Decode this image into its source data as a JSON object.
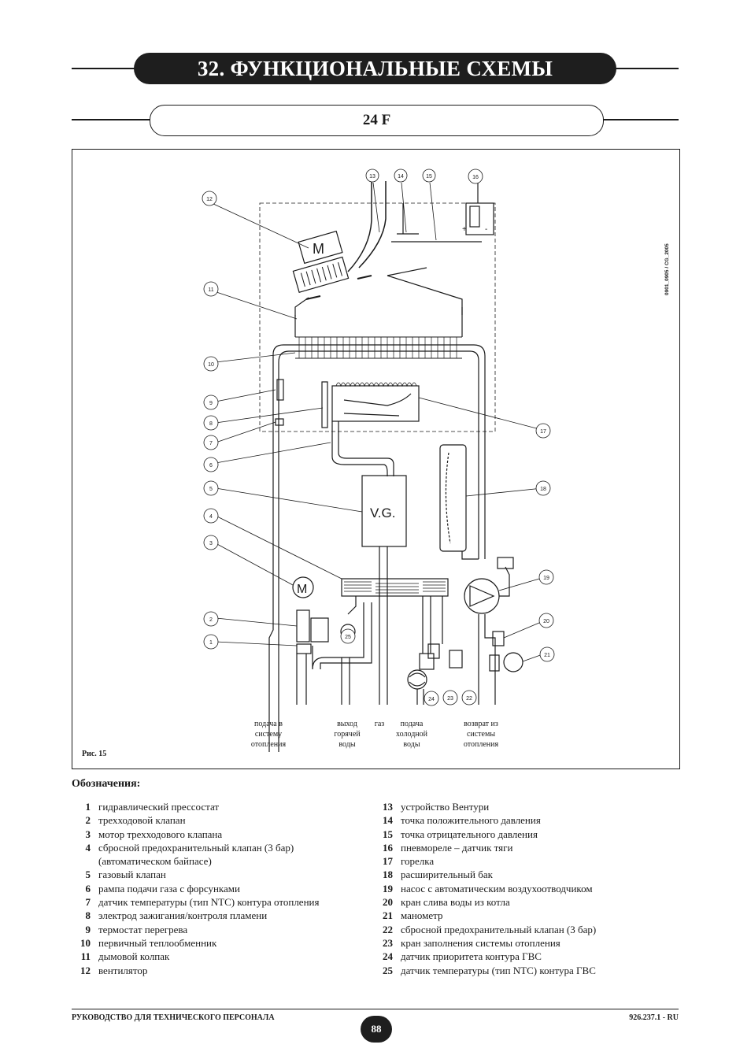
{
  "header": {
    "title": "32. ФУНКЦИОНАЛЬНЫЕ СХЕМЫ",
    "subtitle": "24 F"
  },
  "figure": {
    "caption": "Рис. 15",
    "code": "0901_0905 / CG_2005",
    "component_labels": {
      "motor": "M",
      "gas_valve": "V.G.",
      "valve_motor": "M"
    },
    "flow_labels": [
      "подача в\nсистему\nотопления",
      "выход\nгорячей\nводы",
      "газ",
      "подача\nхолодной\nводы",
      "возврат из\nсистемы\nотопления"
    ],
    "callouts": [
      "1",
      "2",
      "3",
      "4",
      "5",
      "6",
      "7",
      "8",
      "9",
      "10",
      "11",
      "12",
      "13",
      "14",
      "15",
      "16",
      "17",
      "18",
      "19",
      "20",
      "21",
      "22",
      "23",
      "24",
      "25"
    ]
  },
  "legend": {
    "title": "Обозначения:",
    "items": [
      {
        "num": "1",
        "text": "гидравлический прессостат"
      },
      {
        "num": "2",
        "text": "трехходовой клапан"
      },
      {
        "num": "3",
        "text": "мотор трехходового клапана"
      },
      {
        "num": "4",
        "text": "сбросной предохранительный клапан (3 бар) (автоматическом байпасе)"
      },
      {
        "num": "5",
        "text": "газовый клапан"
      },
      {
        "num": "6",
        "text": "рампа подачи газа с форсунками"
      },
      {
        "num": "7",
        "text": "датчик температуры (тип NTC) контура отопления"
      },
      {
        "num": "8",
        "text": "электрод зажигания/контроля пламени"
      },
      {
        "num": "9",
        "text": "термостат перегрева"
      },
      {
        "num": "10",
        "text": "первичный теплообменник"
      },
      {
        "num": "11",
        "text": "дымовой колпак"
      },
      {
        "num": "12",
        "text": "вентилятор"
      },
      {
        "num": "13",
        "text": "устройство Вентури"
      },
      {
        "num": "14",
        "text": "точка положительного давления"
      },
      {
        "num": "15",
        "text": "точка отрицательного давления"
      },
      {
        "num": "16",
        "text": "пневмореле – датчик тяги"
      },
      {
        "num": "17",
        "text": "горелка"
      },
      {
        "num": "18",
        "text": "расширительный бак"
      },
      {
        "num": "19",
        "text": "насос с автоматическим воздухоотводчиком"
      },
      {
        "num": "20",
        "text": "кран слива воды из котла"
      },
      {
        "num": "21",
        "text": "манометр"
      },
      {
        "num": "22",
        "text": "сбросной предохранительный клапан (3 бар)"
      },
      {
        "num": "23",
        "text": "кран заполнения системы отопления"
      },
      {
        "num": "24",
        "text": "датчик приоритета контура ГВС"
      },
      {
        "num": "25",
        "text": "датчик температуры (тип NTC) контура ГВС"
      }
    ]
  },
  "footer": {
    "left": "РУКОВОДСТВО ДЛЯ ТЕХНИЧЕСКОГО ПЕРСОНАЛА",
    "page": "88",
    "right": "926.237.1 - RU"
  }
}
